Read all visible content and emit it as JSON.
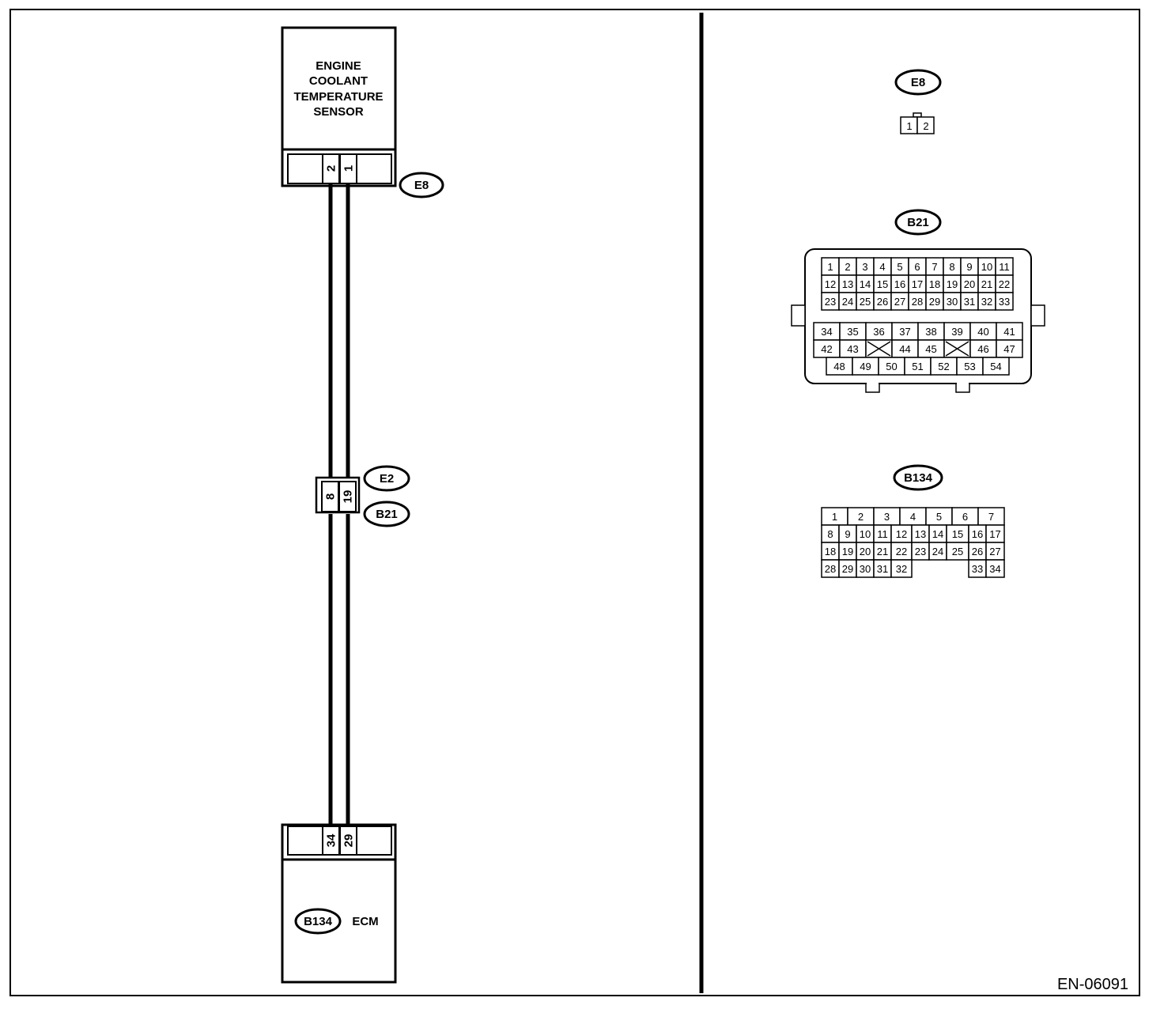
{
  "sensor": {
    "title_lines": [
      "ENGINE",
      "COOLANT",
      "TEMPERATURE",
      "SENSOR"
    ],
    "connector_id": "E8",
    "pins": [
      "2",
      "1"
    ]
  },
  "joint": {
    "connector_ids": [
      "E2",
      "B21"
    ],
    "pins": [
      "8",
      "19"
    ]
  },
  "ecm": {
    "label": "ECM",
    "connector_id": "B134",
    "pins": [
      "34",
      "29"
    ]
  },
  "connector_views": {
    "e8": {
      "id": "E8",
      "pins": [
        "1",
        "2"
      ]
    },
    "b21": {
      "id": "B21",
      "upper_rows": [
        [
          "1",
          "2",
          "3",
          "4",
          "5",
          "6",
          "7",
          "8",
          "9",
          "10",
          "11"
        ],
        [
          "12",
          "13",
          "14",
          "15",
          "16",
          "17",
          "18",
          "19",
          "20",
          "21",
          "22"
        ],
        [
          "23",
          "24",
          "25",
          "26",
          "27",
          "28",
          "29",
          "30",
          "31",
          "32",
          "33"
        ]
      ],
      "lower_rows": [
        [
          "34",
          "35",
          "36",
          "37",
          "38",
          "39",
          "40",
          "41"
        ],
        [
          "42",
          "43",
          "",
          "44",
          "45",
          "",
          "46",
          "47"
        ],
        [
          "48",
          "49",
          "50",
          "51",
          "52",
          "53",
          "54"
        ]
      ]
    },
    "b134": {
      "id": "B134",
      "row1": [
        "1",
        "2",
        "3",
        "4",
        "5",
        "6",
        "7"
      ],
      "rows": [
        [
          "8",
          "9",
          "10",
          "11",
          "12",
          "13",
          "14",
          "15",
          "16",
          "17"
        ],
        [
          "18",
          "19",
          "20",
          "21",
          "22",
          "23",
          "24",
          "25",
          "26",
          "27"
        ],
        [
          "28",
          "29",
          "30",
          "31",
          "32",
          "",
          "",
          "",
          "33",
          "34"
        ]
      ]
    }
  },
  "figure_code": "EN-06091"
}
